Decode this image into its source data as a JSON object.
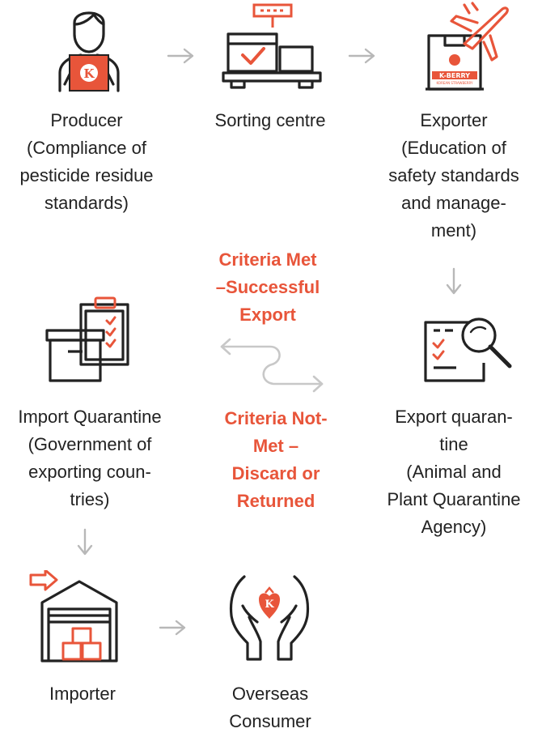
{
  "colors": {
    "accent": "#e8553a",
    "ink": "#222222",
    "arrow": "#b8b8b8"
  },
  "steps": {
    "producer": {
      "lines": [
        "Producer",
        "(Compliance of",
        "pesticide residue",
        "standards)"
      ]
    },
    "sorting": {
      "lines": [
        "Sorting centre"
      ]
    },
    "exporter": {
      "lines": [
        "Exporter",
        "(Education of",
        "safety standards",
        "and manage-",
        "ment)"
      ]
    },
    "export_quarantine": {
      "lines": [
        "Export quaran-",
        "tine",
        "(Animal and",
        "Plant Quarantine",
        "Agency)"
      ]
    },
    "import_quarantine": {
      "lines": [
        "Import Quarantine",
        "(Government of",
        "exporting coun-",
        "tries)"
      ]
    },
    "importer": {
      "lines": [
        "Importer"
      ]
    },
    "consumer": {
      "lines": [
        "Overseas",
        "Consumer"
      ]
    }
  },
  "criteria": {
    "met": {
      "lines": [
        "Criteria Met",
        "–Successful",
        "Export"
      ]
    },
    "not_met": {
      "lines": [
        "Criteria Not-",
        "Met –",
        "Discard or",
        "Returned"
      ]
    }
  },
  "logo": {
    "brand": "K-BERRY",
    "sub": "KOREAN STRAWBERRY"
  }
}
